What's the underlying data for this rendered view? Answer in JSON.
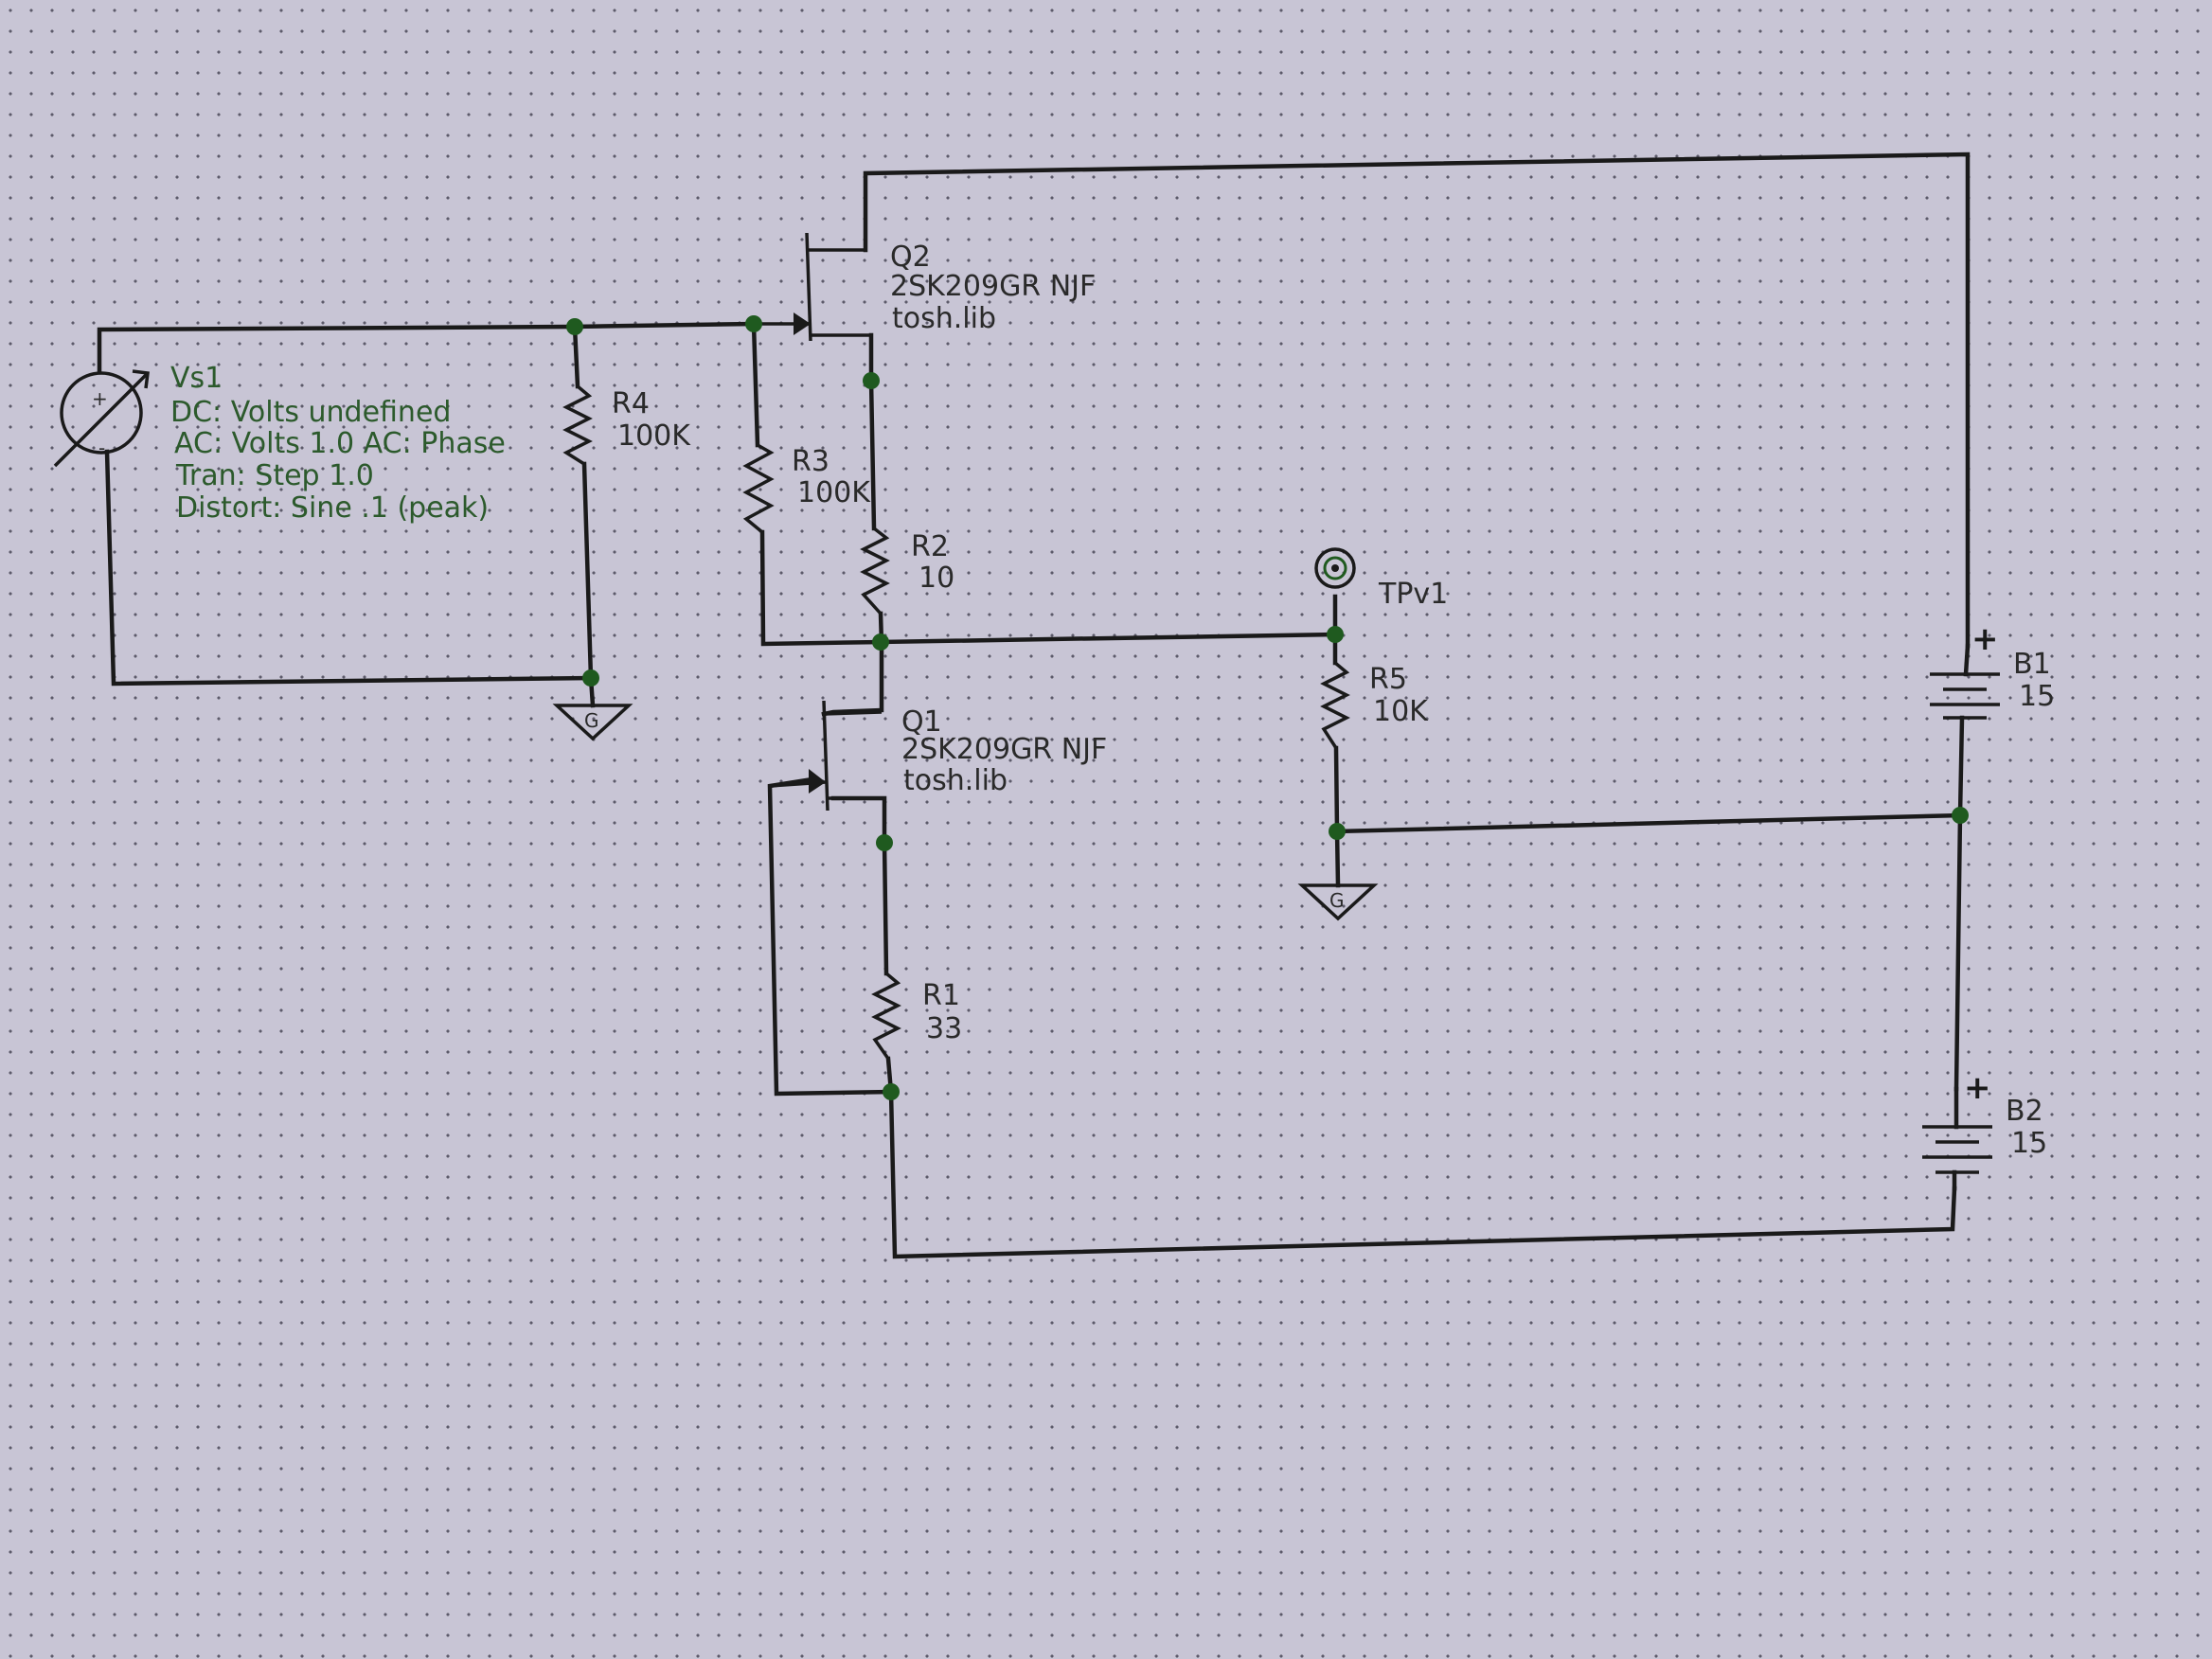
{
  "components": {
    "vs1": {
      "name": "Vs1",
      "dc": "DC: Volts undefined",
      "ac": "AC: Volts  1.0  AC: Phase",
      "tran": "Tran: Step  1.0",
      "distort": "Distort: Sine  .1 (peak)"
    },
    "q2": {
      "name": "Q2",
      "part": "2SK209GR  NJF",
      "lib": "tosh.lib"
    },
    "q1": {
      "name": "Q1",
      "part": "2SK209GR  NJF",
      "lib": "tosh.lib"
    },
    "r4": {
      "name": "R4",
      "value": "100K"
    },
    "r3": {
      "name": "R3",
      "value": "100K"
    },
    "r2": {
      "name": "R2",
      "value": "10"
    },
    "r1": {
      "name": "R1",
      "value": "33"
    },
    "r5": {
      "name": "R5",
      "value": "10K"
    },
    "tpv1": {
      "name": "TPv1"
    },
    "b1": {
      "name": "B1",
      "value": "15"
    },
    "b2": {
      "name": "B2",
      "value": "15"
    },
    "ground_label": "G",
    "plus_sign": "+",
    "minus_sign": "-"
  },
  "colors": {
    "background": "#c8c5d5",
    "wire": "#1a1a1a",
    "node": "#1f5a1f",
    "source_text": "#2c5a2c"
  }
}
